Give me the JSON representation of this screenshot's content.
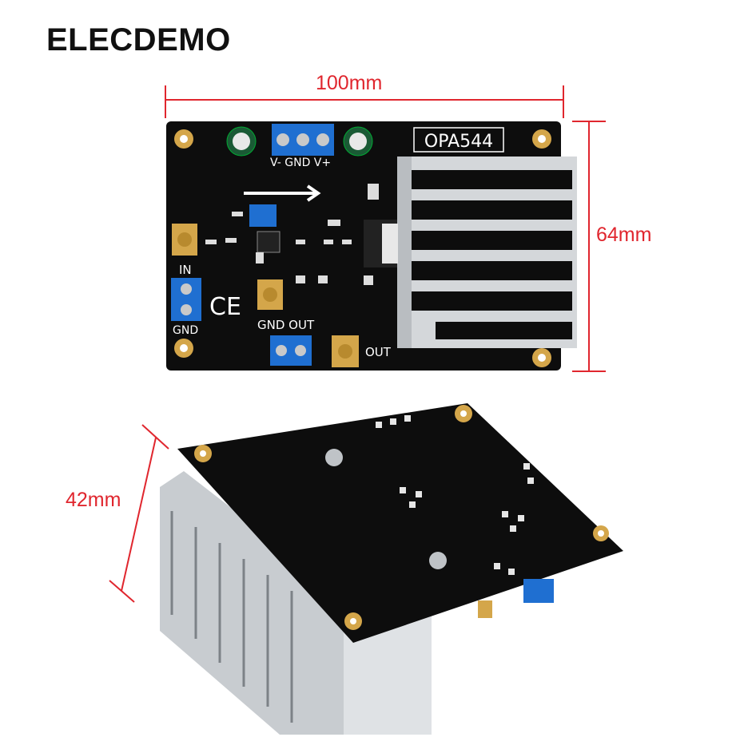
{
  "brand": "ELECDEMO",
  "dimensions": {
    "width": "100mm",
    "depth": "64mm",
    "height": "42mm"
  },
  "board": {
    "chip_label": "OPA544",
    "power_terminal_label": "V- GND V+",
    "input_label": "IN",
    "input_gnd_label": "GND",
    "output_terminal_label": "GND OUT",
    "sma_out_label": "OUT",
    "ce_mark": "CE"
  },
  "colors": {
    "pcb": "#0d0d0d",
    "dimension_lines": "#e0262e",
    "terminal": "#1f6fd1",
    "heatsink": "#c8ccd0",
    "gold": "#d4a64a"
  }
}
